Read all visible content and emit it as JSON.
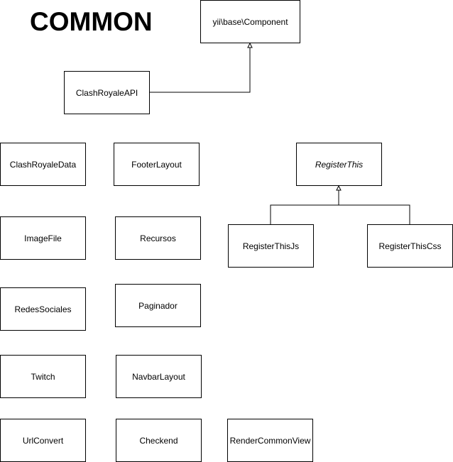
{
  "title": "COMMON",
  "classes": {
    "component": "yii\\base\\Component",
    "clash_royale_api": "ClashRoyaleAPI",
    "clash_royale_data": "ClashRoyaleData",
    "footer_layout": "FooterLayout",
    "register_this": "RegisterThis",
    "image_file": "ImageFile",
    "recursos": "Recursos",
    "register_this_js": "RegisterThisJs",
    "register_this_css": "RegisterThisCss",
    "redes_sociales": "RedesSociales",
    "paginador": "Paginador",
    "twitch": "Twitch",
    "navbar_layout": "NavbarLayout",
    "url_convert": "UrlConvert",
    "checkend": "Checkend",
    "render_common_view": "RenderCommonView"
  },
  "abstract_classes": [
    "RegisterThis"
  ],
  "edges": [
    {
      "from": "ClashRoyaleAPI",
      "to": "yii\\base\\Component",
      "type": "inheritance"
    },
    {
      "from": "RegisterThisJs",
      "to": "RegisterThis",
      "type": "inheritance"
    },
    {
      "from": "RegisterThisCss",
      "to": "RegisterThis",
      "type": "inheritance"
    }
  ]
}
